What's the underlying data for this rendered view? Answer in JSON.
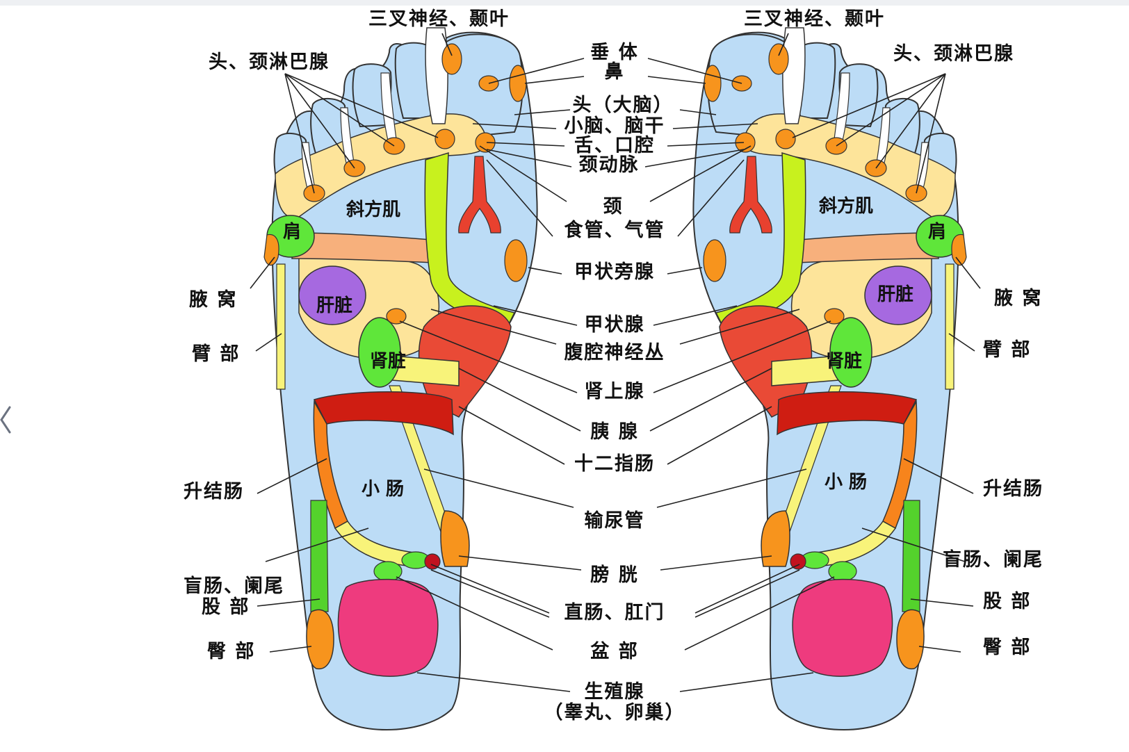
{
  "colors": {
    "foot_base": "#bcdcf6",
    "outline": "#333333",
    "toe_zone": "#fde49a",
    "lymph": "#f7941d",
    "carotid": "#e8412f",
    "spine_path": "#c8f11e",
    "liver": "#a669e0",
    "kidney": "#5fe63a",
    "intestine_red": "#cf1d12",
    "intestine_orange": "#f7841c",
    "intestine_yellow": "#f8f37a",
    "stomach_red": "#e94a36",
    "shoulder_band": "#f7b07c",
    "gonad": "#ee3b7e",
    "rectum": "#c1121f",
    "femur": "#54d22c"
  },
  "icons": {
    "back": "chevron-left-icon"
  },
  "inner_labels": {
    "trapezius": "斜方肌",
    "shoulder": "肩",
    "liver": "肝脏",
    "kidney": "肾脏",
    "small_intestine": "小 肠"
  },
  "center_labels": [
    "垂 体",
    "鼻",
    "头（大脑）",
    "小脑、脑干",
    "舌、口腔",
    "颈动脉",
    "颈",
    "食管、气管",
    "甲状旁腺",
    "甲状腺",
    "腹腔神经丛",
    "肾上腺",
    "胰 腺",
    "十二指肠",
    "输尿管",
    "膀 胱",
    "直肠、肛门",
    "盆 部",
    "生殖腺",
    "（睾丸、卵巢）"
  ],
  "left_labels": {
    "trigeminal": "三叉神经、颞叶",
    "lymph": "头、颈淋巴腺",
    "axilla": "腋 窝",
    "arm": "臂 部",
    "ascending_colon": "升结肠",
    "cecum": "盲肠、阑尾",
    "femur": "股 部",
    "buttock": "臀 部"
  },
  "right_labels": {
    "trigeminal": "三叉神经、颞叶",
    "lymph": "头、颈淋巴腺",
    "axilla": "腋 窝",
    "arm": "臂 部",
    "ascending_colon": "升结肠",
    "cecum": "盲肠、阑尾",
    "femur": "股 部",
    "buttock": "臀 部"
  }
}
